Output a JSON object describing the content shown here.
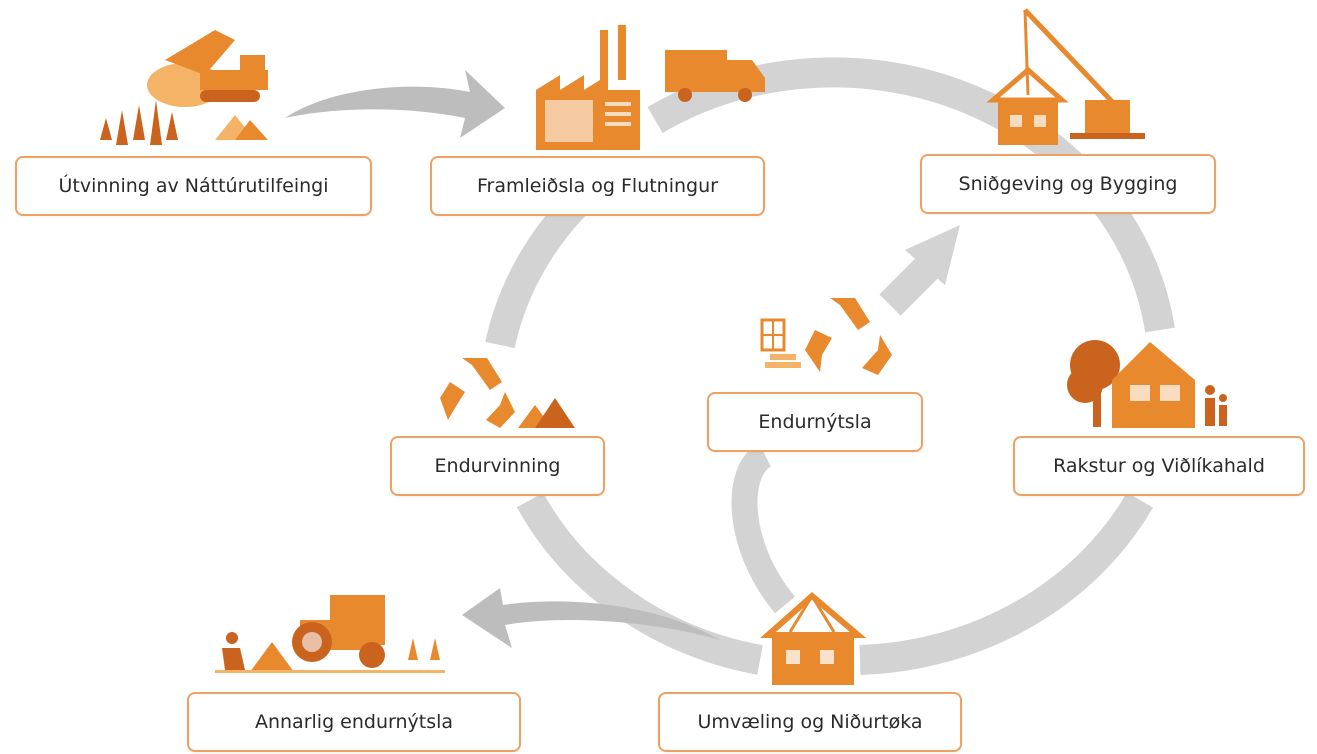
{
  "colors": {
    "primary_orange": "#E8892E",
    "dark_orange": "#C9631E",
    "light_orange": "#F4B366",
    "box_border": "#F0A060",
    "arrow_gray": "#D3D3D3",
    "arrow_gray_dark": "#BDBDBD"
  },
  "stages": {
    "extraction": {
      "label": "Útvinning av Náttúrutilfeingi",
      "icon": "excavator-forest-icon"
    },
    "manufacturing": {
      "label": "Framleiðsla og Flutningur",
      "icon": "factory-truck-icon"
    },
    "design": {
      "label": "Sniðgeving og Bygging",
      "icon": "crane-house-icon"
    },
    "operation": {
      "label": "Rakstur og Viðlíkahald",
      "icon": "house-tree-family-icon"
    },
    "reuse": {
      "label": "Endurnýtsla",
      "icon": "recycle-bricks-icon"
    },
    "recycling": {
      "label": "Endurvinning",
      "icon": "recycle-piles-icon"
    },
    "demolition": {
      "label": "Umvæling og Niðurtøka",
      "icon": "house-frame-icon"
    },
    "other_reuse": {
      "label": "Annarlig endurnýtsla",
      "icon": "roadwork-icon"
    }
  }
}
